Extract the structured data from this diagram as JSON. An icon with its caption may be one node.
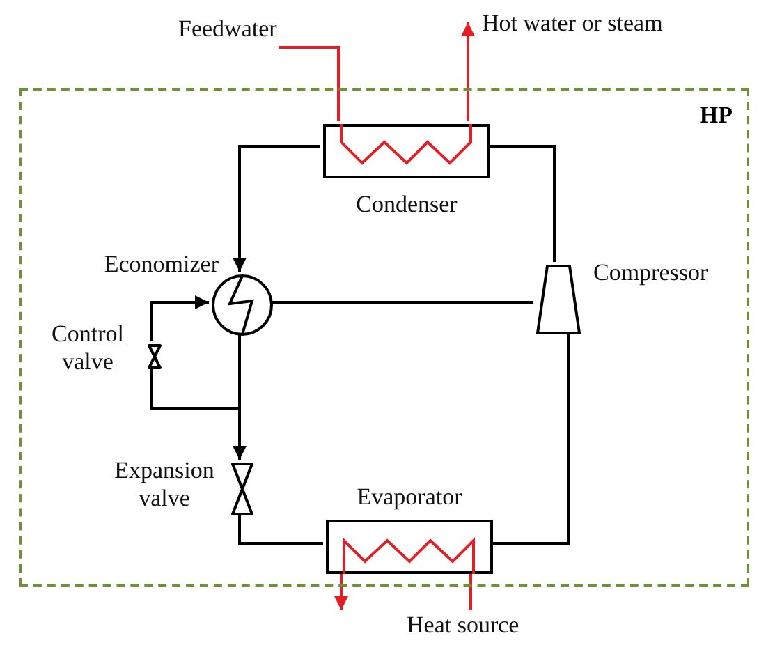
{
  "diagram": {
    "nodes": [
      {
        "text": [
          "HP"
        ]
      },
      {
        "text": [
          "Condenser"
        ],
        "in": 0
      },
      {
        "text": [
          "Economizer"
        ],
        "in": 0
      },
      {
        "text": [
          "Compressor"
        ],
        "in": 0
      },
      {
        "text": [
          "Control valve"
        ],
        "in": 0
      },
      {
        "text": [
          "Expansion valve"
        ],
        "in": 0
      },
      {
        "text": [
          "Evaporator"
        ],
        "in": 0
      },
      {
        "text": [
          "Feedwater"
        ]
      },
      {
        "text": [
          "Hot water or steam"
        ]
      },
      {
        "text": [
          "Heat source"
        ]
      }
    ],
    "edges": [
      {
        "from": 7,
        "to": 1,
        "arrow": "none",
        "color": "#e31e24"
      },
      {
        "from": 1,
        "to": 8,
        "arrow": "to",
        "color": "#e31e24"
      },
      {
        "from": 1,
        "to": 2,
        "arrow": "to"
      },
      {
        "from": 2,
        "to": 3,
        "arrow": "none"
      },
      {
        "from": 3,
        "to": 1,
        "arrow": "none"
      },
      {
        "from": 2,
        "to": 4,
        "arrow": "none"
      },
      {
        "from": 4,
        "to": 2,
        "arrow": "to"
      },
      {
        "from": 2,
        "to": 5,
        "arrow": "to"
      },
      {
        "from": 5,
        "to": 6,
        "arrow": "none"
      },
      {
        "from": 6,
        "to": 3,
        "arrow": "none"
      },
      {
        "from": 9,
        "to": 6,
        "arrow": "none",
        "color": "#e31e24"
      },
      {
        "from": 6,
        "to": null,
        "arrow": "to",
        "color": "#e31e24"
      }
    ]
  }
}
